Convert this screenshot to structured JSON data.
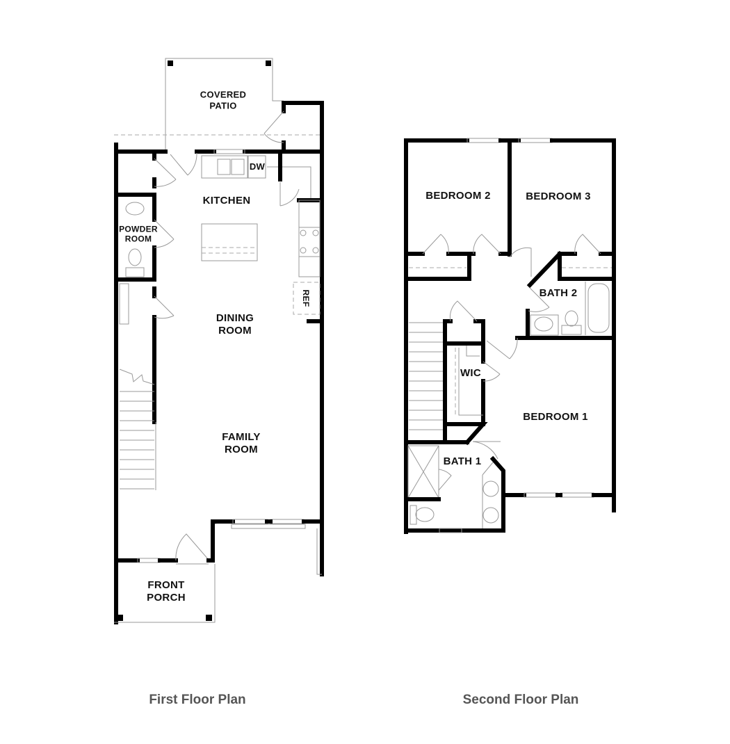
{
  "first_floor": {
    "caption": "First Floor Plan",
    "rooms": {
      "covered_patio": [
        "COVERED",
        "PATIO"
      ],
      "kitchen": "KITCHEN",
      "dw": "DW",
      "ref": "REF",
      "powder_room": [
        "POWDER",
        "ROOM"
      ],
      "dining_room": [
        "DINING",
        "ROOM"
      ],
      "family_room": [
        "FAMILY",
        "ROOM"
      ],
      "front_porch": [
        "FRONT",
        "PORCH"
      ]
    }
  },
  "second_floor": {
    "caption": "Second Floor Plan",
    "rooms": {
      "bedroom_2": "BEDROOM 2",
      "bedroom_3": "BEDROOM 3",
      "bath_2": "BATH 2",
      "wic": "WIC",
      "bedroom_1": "BEDROOM 1",
      "bath_1": "BATH 1"
    }
  },
  "colors": {
    "wall": "#000000",
    "fixture": "#999999",
    "caption": "#555555",
    "background": "#ffffff"
  }
}
